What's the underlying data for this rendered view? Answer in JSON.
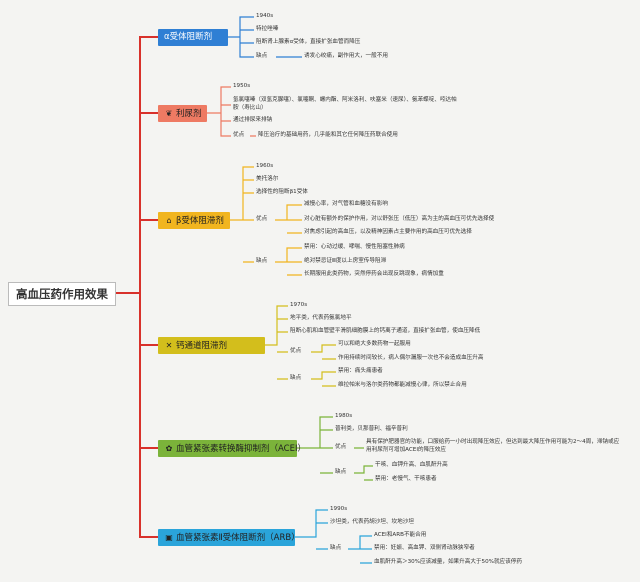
{
  "root": "高血压药作用效果",
  "colors": {
    "line_root": "#d8312b",
    "alpha": "#2f7fd4",
    "diuretic": "#ee7a63",
    "beta": "#f1b51f",
    "ccb": "#d3be1c",
    "acei": "#7bb33a",
    "arb": "#2aa4da"
  },
  "alpha": {
    "label": "α受体阻断剂",
    "icon": "",
    "year": "1940s",
    "drug": "特拉唑嗪",
    "mechanism": "阻断肾上腺素α受体，直接扩张血管而降压",
    "con_label": "缺点",
    "con": "诱发心绞痛，副作用大，一般不用"
  },
  "diuretic": {
    "label": "利尿剂",
    "icon": "leaf-icon",
    "year": "1950s",
    "drugs": "氢氯噻嗪（双氢克脲噻）、氯噻酮、螺内酯、阿米洛利、呋塞米（速尿）、氨苯蝶啶、吲达帕胺（寿比山）",
    "mechanism": "通过排尿来排钠",
    "pro_label": "优点",
    "pro": "降压治疗的基础用药，几乎能和其它任何降压药联合使用"
  },
  "beta": {
    "label": "β受体阻滞剂",
    "icon": "home-icon",
    "year": "1960s",
    "drug": "美托洛尔",
    "selectivity": "选择性的阻断β1受体",
    "pro_label": "优点",
    "pros": [
      "减慢心率，对气管和血糖没有影响",
      "对心脏有额外的保护作用，对以舒张压（低压）高为主的高血压可优先选择使",
      "对焦虑引起的高血压，以及精神因素占主要作用的高血压可优先选择"
    ],
    "con_label": "缺点",
    "cons": [
      "禁用：心动过缓、哮喘、慢性阻塞性肺病",
      "绝对禁忌证Ⅲ度以上房室传导阻滞",
      "长期服用此类药物，突然停药会出现反跳现象，病情加重"
    ]
  },
  "ccb": {
    "label": "钙通道阻滞剂",
    "icon": "syringe-icon",
    "year": "1970s",
    "drug": "地平类，代表药氨氯地平",
    "mechanism": "阻断心肌和血管壁平滑肌细胞膜上的钙离子通道，直接扩张血管，使血压降低",
    "pro_label": "优点",
    "pros": [
      "可以和绝大多数药物一起服用",
      "作用持续时间较长，病人偶尔漏服一次也不会造成血压升高"
    ],
    "con_label": "缺点",
    "cons": [
      "禁用：痛头痛患者",
      "维拉帕米与洛尔类药物都能减慢心律，所以禁止合用"
    ]
  },
  "acei": {
    "label": "血管紧张素转换酶抑制剂（ACEI）",
    "icon": "clover-icon",
    "year": "1980s",
    "drug": "普利类，贝那普利、福辛普利",
    "pro_label": "优点",
    "pro": "具有保护肥器官的功能，口服给药一小时出现降压效应，但达到最大降压作用可能为2～4周，滞钠或应用利尿剂可增加ACEI的降压效应",
    "con_label": "缺点",
    "cons": [
      "干咳、血钾升高、血肌酐升高",
      "禁用：老慢气、干咳患者"
    ]
  },
  "arb": {
    "label": "血管紧张素Ⅱ受体阻断剂（ARB）",
    "icon": "bottle-icon",
    "year": "1990s",
    "drug": "沙坦类，代表药胡沙坦、坎地沙坦",
    "con_label": "缺点",
    "cons": [
      "ACEI和ARB不能合用",
      "禁用：妊娠、高血钾、双侧肾动脉狭窄者",
      "血肌酐升高＞30%应该减量，如果升高大于50%就应该停药"
    ]
  }
}
